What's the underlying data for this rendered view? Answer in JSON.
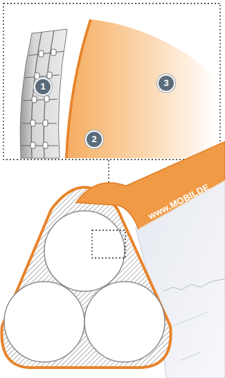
{
  "diagram": {
    "labels": [
      "1",
      "2",
      "3",
      "www.MOBILDE"
    ]
  }
}
